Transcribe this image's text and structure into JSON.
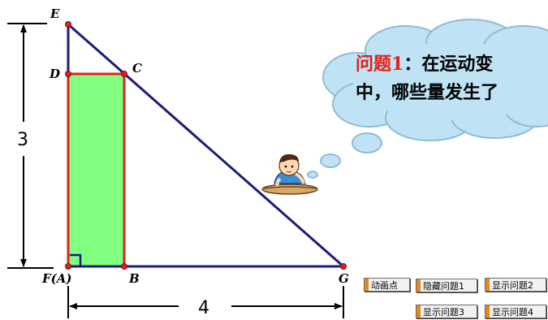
{
  "points": {
    "E": "E",
    "D": "D",
    "C": "C",
    "F_A": "F(A)",
    "B": "B",
    "G": "G"
  },
  "dimensions": {
    "height": "3",
    "width": "4"
  },
  "bubble": {
    "line1_red": "问题1",
    "line1_rest": "：在运动变",
    "line2": "中，哪些量发生了"
  },
  "buttons": {
    "animate": "动画点",
    "hide_q1": "隐藏问题1",
    "show_q2": "显示问题2",
    "show_q3": "显示问题3",
    "show_q4": "显示问题4"
  },
  "colors": {
    "triangle": "#1b1b7a",
    "rectangle_fill": "#80ff80",
    "rectangle_stroke": "#e0201a",
    "cloud": "#bfe3f5",
    "cloud_stroke": "#8fbcd4",
    "question_red": "#e0201a",
    "button_handle": "#e08a1e"
  }
}
